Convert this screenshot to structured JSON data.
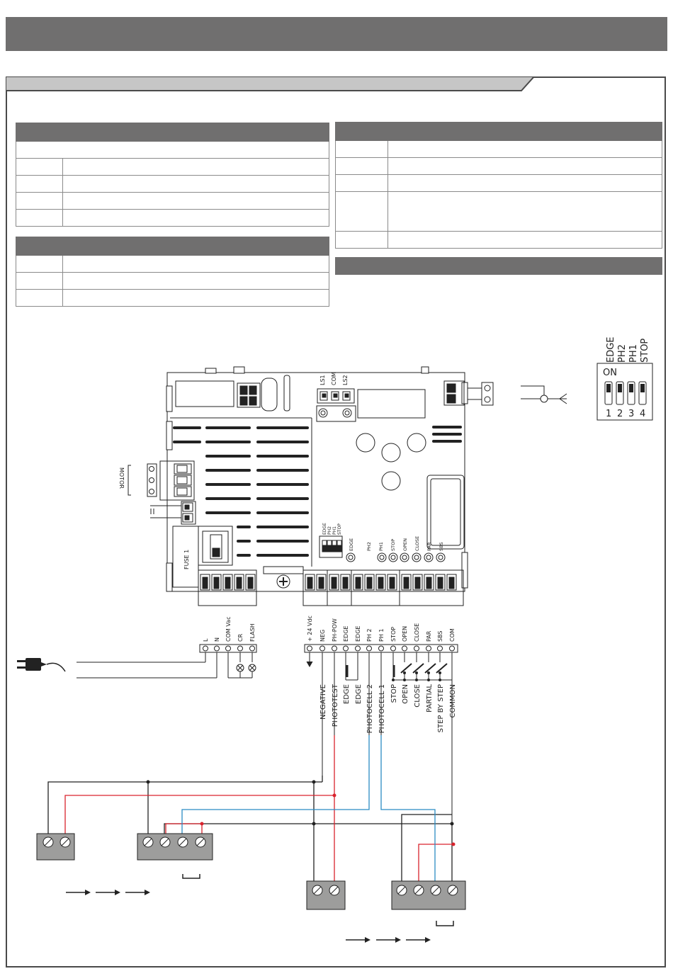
{
  "board": {
    "relay_labels": [
      "LS1",
      "COM",
      "LS2"
    ],
    "motor_label": "MOTOR",
    "fuse_label": "FUSE 1",
    "onboard_dip_labels": [
      "EDGE",
      "PH2",
      "PH1",
      "STOP"
    ],
    "led_labels": [
      "EDGE",
      "PH2",
      "PH1",
      "STOP",
      "OPEN",
      "CLOSE",
      "PAR",
      "SBS"
    ]
  },
  "dip_switch": {
    "labels": [
      "EDGE",
      "PH2",
      "PH1",
      "STOP"
    ],
    "on_label": "ON",
    "numbers": [
      "1",
      "2",
      "3",
      "4"
    ]
  },
  "power_terminals": [
    "L",
    "N",
    "COM Vac",
    "CR",
    "FLASH"
  ],
  "control_terminals": [
    "+ 24 Vdc",
    "NEG",
    "PH-POW",
    "EDGE",
    "EDGE",
    "PH 2",
    "PH 1",
    "STOP",
    "OPEN",
    "CLOSE",
    "PAR",
    "SBS",
    "COM"
  ],
  "function_labels": [
    "NEGATIVE",
    "PHOTOTEST",
    "EDGE",
    "EDGE",
    "PHOTOCELL 2",
    "PHOTOCELL 1",
    "STOP",
    "OPEN",
    "CLOSE",
    "PARTIAL",
    "STEP BY STEP",
    "COMMON"
  ],
  "colors": {
    "header": "#706f6f",
    "wire_red": "#d9232d",
    "wire_blue": "#2b8cc4",
    "device": "#9d9d9c"
  }
}
